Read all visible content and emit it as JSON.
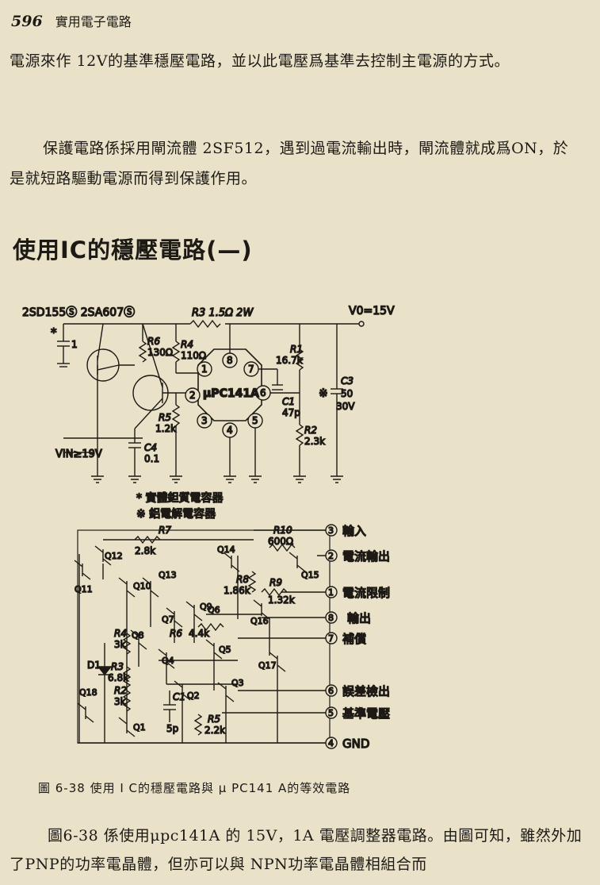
{
  "header": {
    "page_number": "596",
    "book_title": "實用電子電路"
  },
  "paragraphs": [
    "電源來作 12V的基準穩壓電路，並以此電壓爲基準去控制主電源的方式。",
    "保護電路係採用閘流體 2SF512，遇到過電流輸出時，閘流體就成爲ON，於是就短路驅動電源而得到保護作用。"
  ],
  "section_title": "使用IC的穩壓電路(—)",
  "circuit1": {
    "transistors": "2SD155Ⓢ 2SA607Ⓢ",
    "r3": "R3 1.5Ω 2W",
    "vout": "V0=15V",
    "vin": "VIN≥19V",
    "c_in_mark": "*",
    "c_in_val": "1",
    "r6": "R6",
    "r6_val": "130Ω",
    "r4": "R4",
    "r4_val": "110Ω",
    "r5": "R5",
    "r5_val": "1.2k",
    "c4": "C4",
    "c4_val": "0.1",
    "ic": "μPC141A",
    "pins": [
      "1",
      "2",
      "3",
      "4",
      "5",
      "6",
      "7",
      "8"
    ],
    "r1": "R1",
    "r1_val": "16.7k",
    "r2": "R2",
    "r2_val": "2.3k",
    "c1": "C1",
    "c1_val": "47p",
    "c3_mark": "※",
    "c3": "C3",
    "c3_val1": "50",
    "c3_val2": "30V",
    "note1": "*  實體鉭質電容器",
    "note2": "※  鋁電解電容器"
  },
  "circuit2": {
    "terminals": [
      {
        "pin": "3",
        "label": "輸入"
      },
      {
        "pin": "2",
        "label": "電流輸出"
      },
      {
        "pin": "1",
        "label": "電流限制"
      },
      {
        "pin": "8",
        "label": "輸出"
      },
      {
        "pin": "7",
        "label": "補償"
      },
      {
        "pin": "6",
        "label": "誤差檢出"
      },
      {
        "pin": "5",
        "label": "基準電壓"
      },
      {
        "pin": "4",
        "label": "GND"
      }
    ],
    "labels": {
      "r7": "R7",
      "r7_val": "2.8k",
      "r10": "R10",
      "r10_val": "600Ω",
      "r8": "R8",
      "r8_val": "1.86k",
      "r9": "R9",
      "r9_val": "1.32k",
      "r6": "R6",
      "r6_val": "4.4k",
      "r4": "R4",
      "r4_val": "3k",
      "r3": "R3",
      "r3_val": "6.8k",
      "r2": "R2",
      "r2_val": "3k",
      "r5": "R5",
      "r5_val": "2.2k",
      "c1": "C1",
      "c1_val": "5p",
      "d1": "D1"
    },
    "transistors": [
      "Q1",
      "Q2",
      "Q3",
      "Q4",
      "Q5",
      "Q6",
      "Q7",
      "Q8",
      "Q9",
      "Q10",
      "Q11",
      "Q12",
      "Q13",
      "Q14",
      "Q15",
      "Q16",
      "Q17",
      "Q18"
    ]
  },
  "caption": "圖 6-38   使用 I C的穩壓電路與 μ PC141 A的等效電路",
  "paragraph3": "圖6-38 係使用μpc141A 的 15V，1A 電壓調整器電路。由圖可知，雖然外加了PNP的功率電晶體，但亦可以與 NPN功率電晶體相組合而"
}
